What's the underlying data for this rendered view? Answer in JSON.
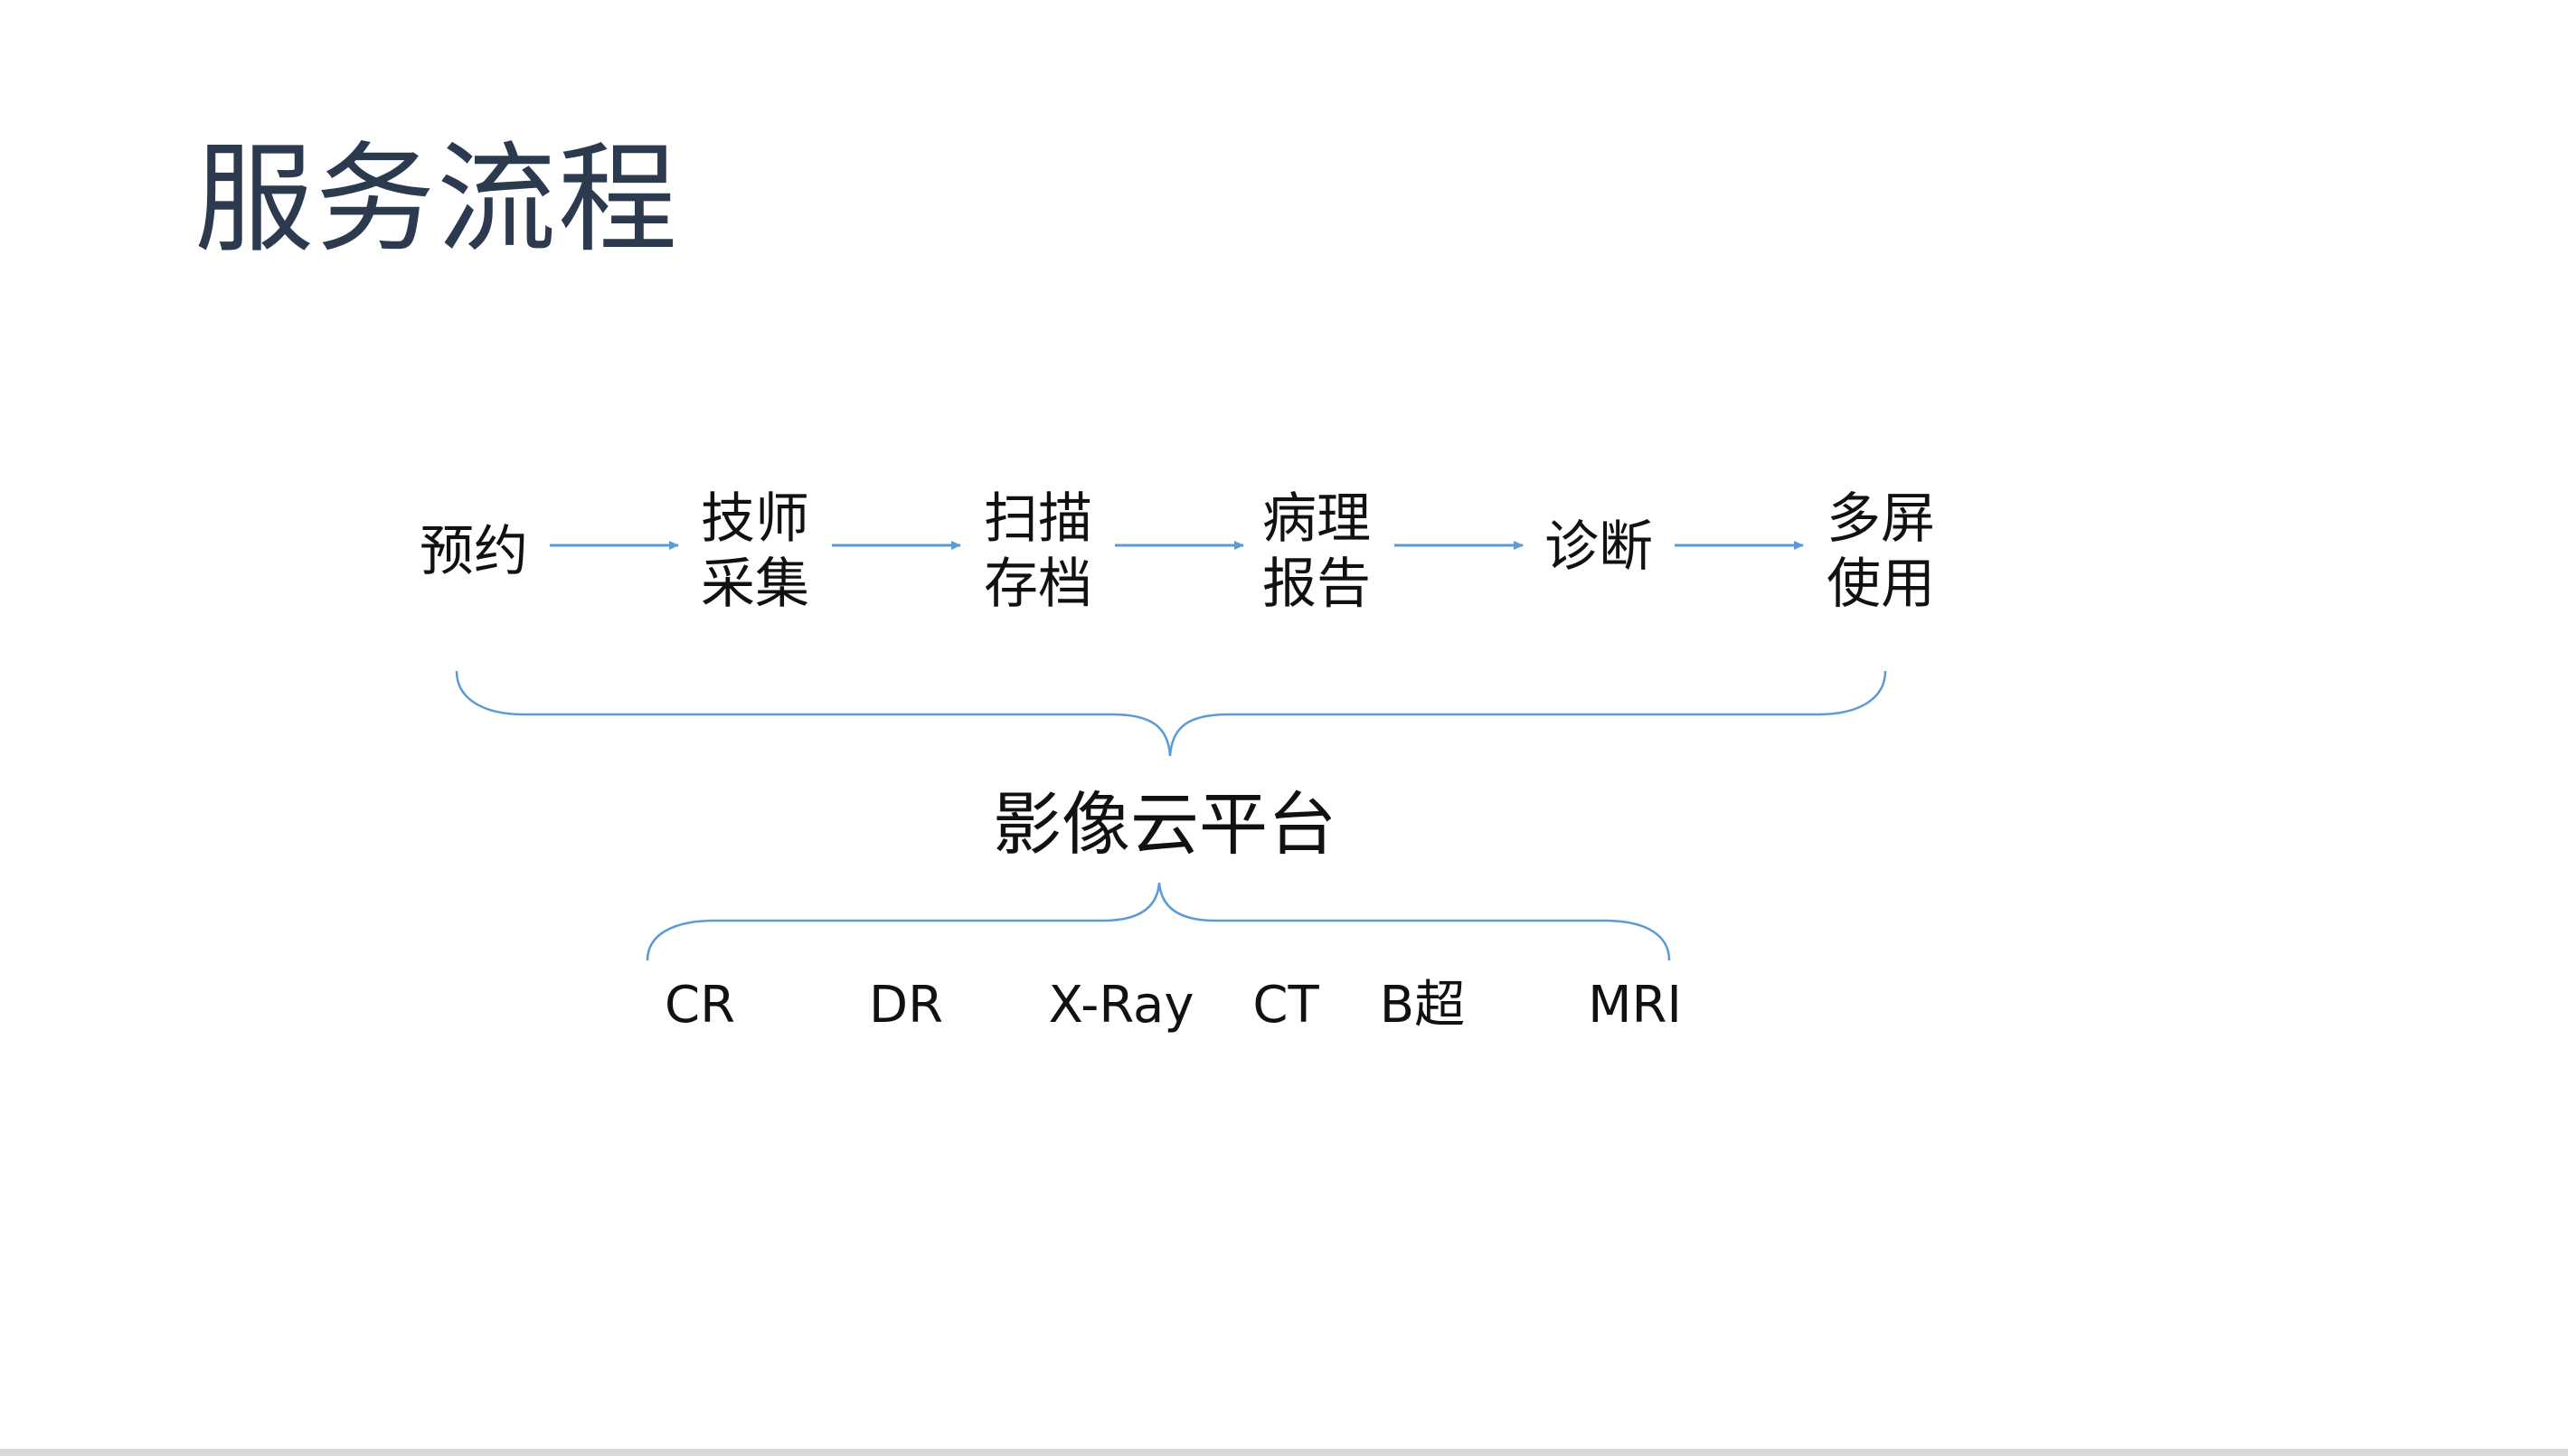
{
  "slide": {
    "title": "服务流程"
  },
  "flow": {
    "steps": [
      {
        "lines": [
          "预约"
        ]
      },
      {
        "lines": [
          "技师",
          "采集"
        ]
      },
      {
        "lines": [
          "扫描",
          "存档"
        ]
      },
      {
        "lines": [
          "病理",
          "报告"
        ]
      },
      {
        "lines": [
          "诊断"
        ]
      },
      {
        "lines": [
          "多屏",
          "使用"
        ]
      }
    ],
    "arrow_color": "#5b9bd5"
  },
  "platform": {
    "label": "影像云平台",
    "brace_color": "#5b9bd5"
  },
  "modalities": [
    "CR",
    "DR",
    "X-Ray",
    "CT",
    "B超",
    "MRI"
  ]
}
